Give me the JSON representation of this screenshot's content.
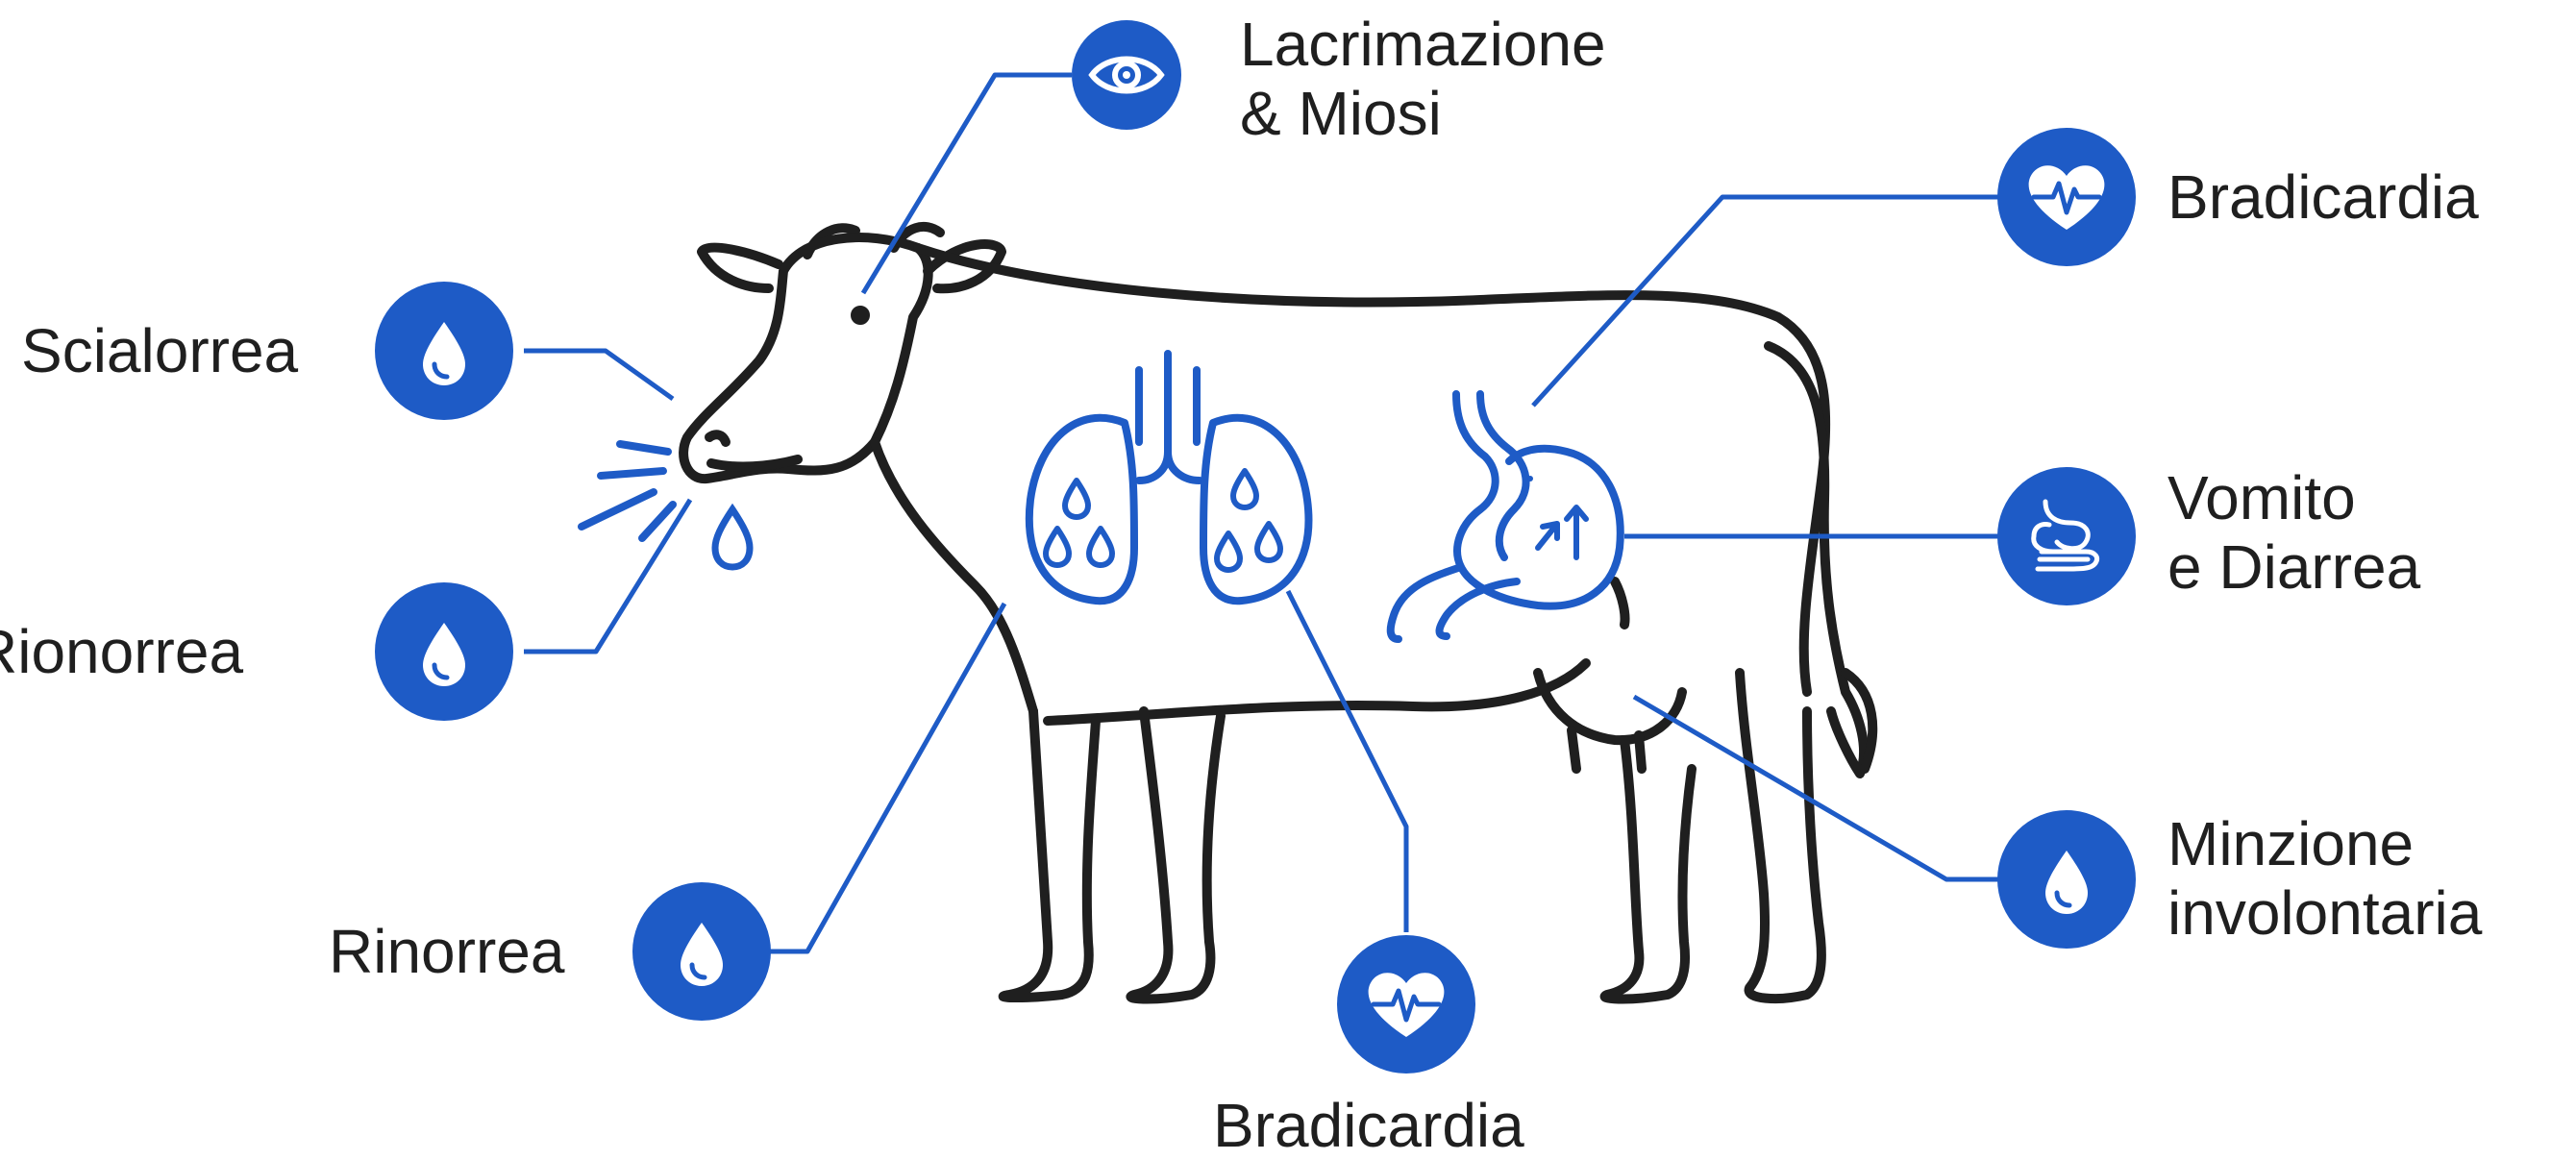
{
  "colors": {
    "accent": "#1e5bc6",
    "outline": "#1f1f1f",
    "icon_fill": "#ffffff",
    "background": "#ffffff"
  },
  "callouts": [
    {
      "id": "lacrimazione",
      "icon": "eye-icon",
      "lines": [
        "Lacrimazione",
        "& Miosi"
      ]
    },
    {
      "id": "scialorrea",
      "icon": "water-drop-icon",
      "lines": [
        "Scialorrea"
      ]
    },
    {
      "id": "rionorrea",
      "icon": "water-drop-icon",
      "lines": [
        "Rionorrea"
      ]
    },
    {
      "id": "rinorrea",
      "icon": "water-drop-icon",
      "lines": [
        "Rinorrea"
      ]
    },
    {
      "id": "bradicardia-top",
      "icon": "heart-pulse-icon",
      "lines": [
        "Bradicardia"
      ]
    },
    {
      "id": "vomito",
      "icon": "intestine-icon",
      "lines": [
        "Vomito",
        "e Diarrea"
      ]
    },
    {
      "id": "minzione",
      "icon": "water-drop-icon",
      "lines": [
        "Minzione",
        "involontaria"
      ]
    },
    {
      "id": "bradicardia-bottom",
      "icon": "heart-pulse-icon",
      "lines": [
        "Bradicardia"
      ]
    }
  ]
}
